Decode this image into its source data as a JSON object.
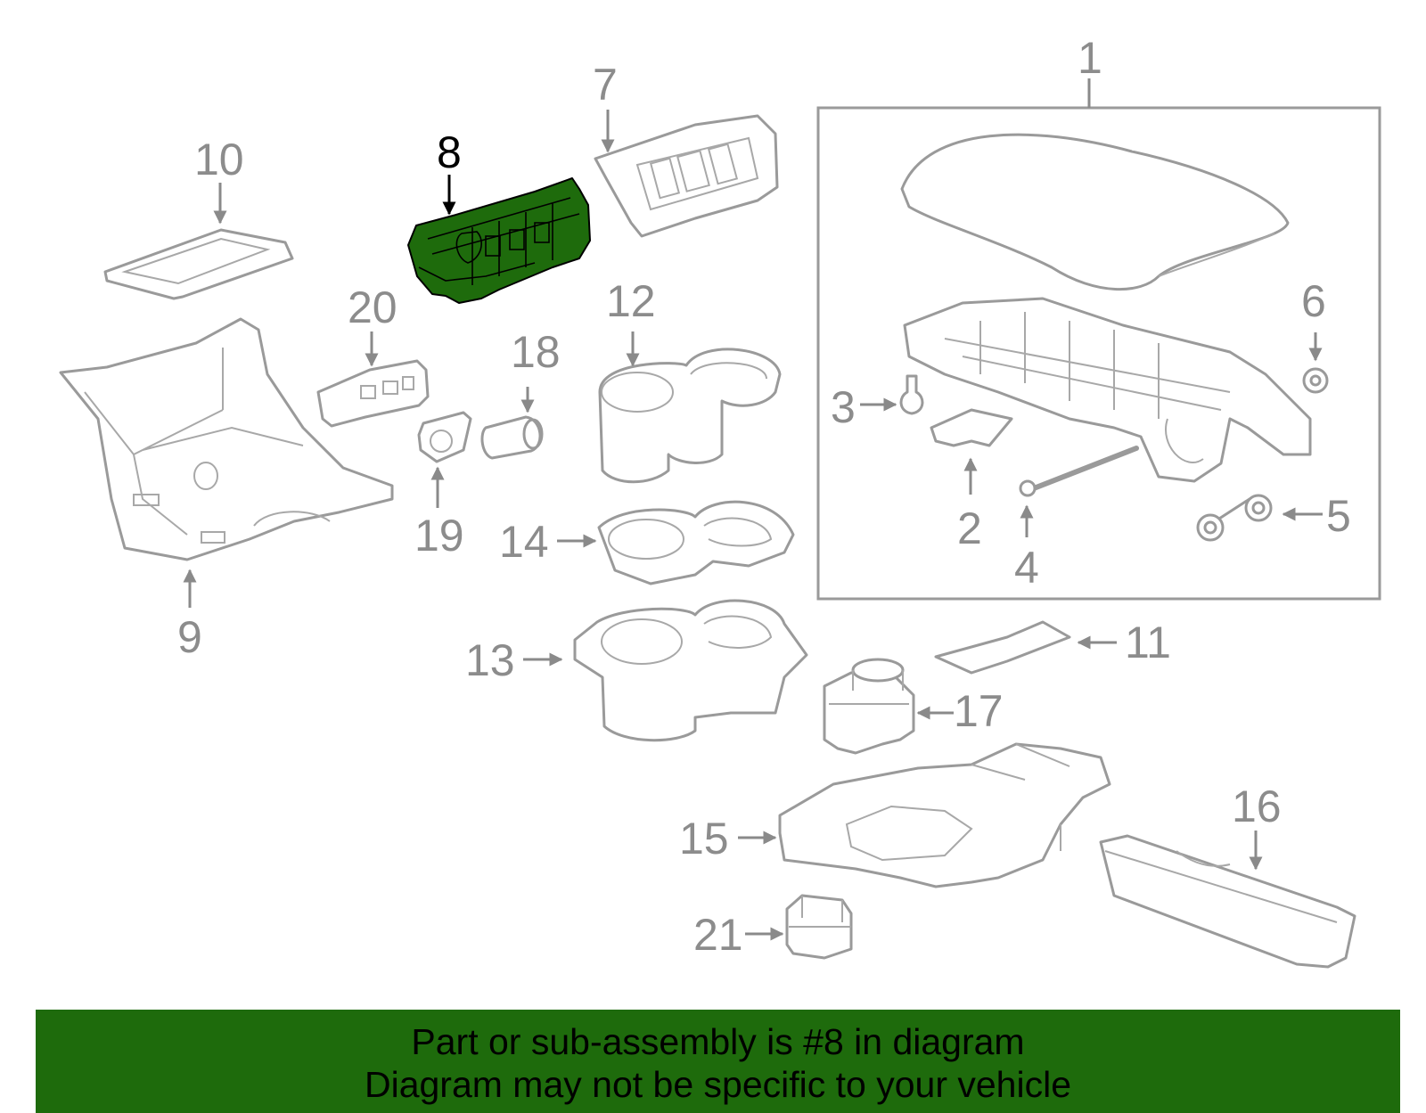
{
  "diagram": {
    "highlight_color": "#1e6b0c",
    "callouts": {
      "c1": "1",
      "c2": "2",
      "c3": "3",
      "c4": "4",
      "c5": "5",
      "c6": "6",
      "c7": "7",
      "c8": "8",
      "c9": "9",
      "c10": "10",
      "c11": "11",
      "c12": "12",
      "c13": "13",
      "c14": "14",
      "c15": "15",
      "c16": "16",
      "c17": "17",
      "c18": "18",
      "c19": "19",
      "c20": "20",
      "c21": "21"
    }
  },
  "banner": {
    "line1": "Part or sub-assembly is #8 in diagram",
    "line2": "Diagram may not be specific to your vehicle",
    "background": "#1e6b0c"
  }
}
